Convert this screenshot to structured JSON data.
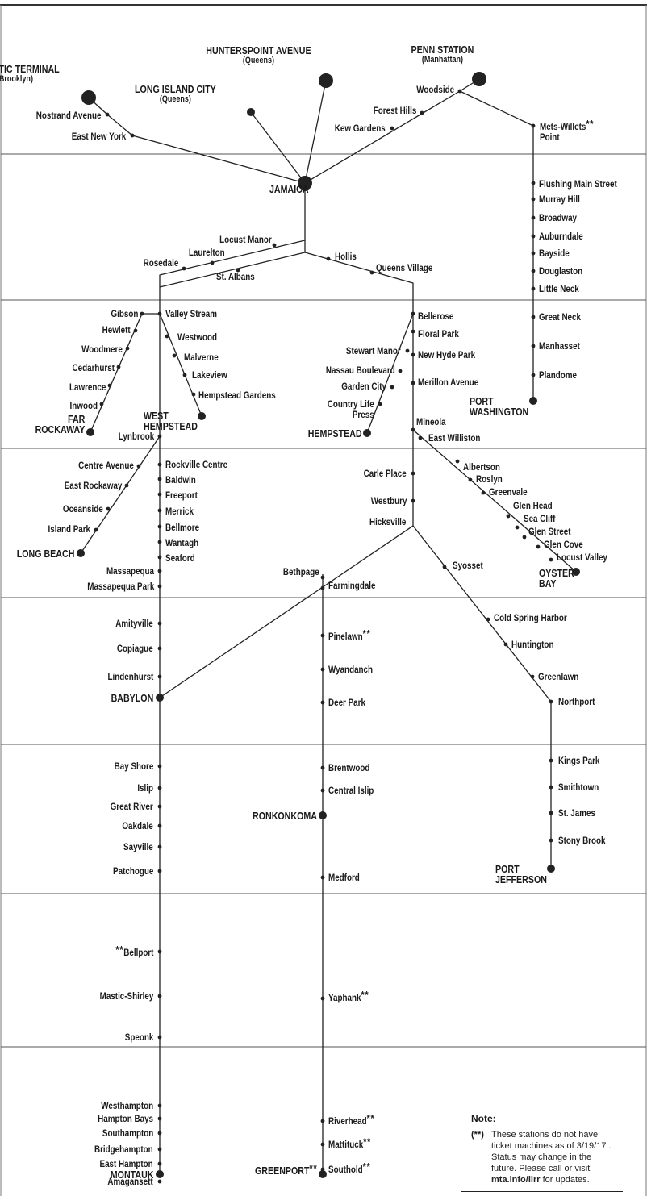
{
  "terminals": {
    "atlantic": {
      "name": "ATLANTIC TERMINAL",
      "sub": "(Brooklyn)"
    },
    "lic": {
      "name": "LONG ISLAND CITY",
      "sub": "(Queens)"
    },
    "hunterspoint": {
      "name": "HUNTERSPOINT AVENUE",
      "sub": "(Queens)"
    },
    "penn": {
      "name": "PENN STATION",
      "sub": "(Manhattan)"
    },
    "jamaica": "JAMAICA",
    "far_rockaway": [
      "FAR",
      "ROCKAWAY"
    ],
    "west_hempstead": [
      "WEST",
      "HEMPSTEAD"
    ],
    "hempstead": "HEMPSTEAD",
    "port_washington": [
      "PORT",
      "WASHINGTON"
    ],
    "long_beach": "LONG BEACH",
    "oyster_bay": [
      "OYSTER",
      "BAY"
    ],
    "babylon": "BABYLON",
    "ronkonkoma": "RONKONKOMA",
    "port_jefferson": [
      "PORT",
      "JEFFERSON"
    ],
    "montauk": "MONTAUK",
    "greenport": "GREENPORT"
  },
  "stations": {
    "nostrand": "Nostrand Avenue",
    "east_new_york": "East New York",
    "woodside": "Woodside",
    "forest_hills": "Forest Hills",
    "kew_gardens": "Kew Gardens",
    "mets_willets": [
      "Mets-Willets",
      "Point"
    ],
    "flushing": "Flushing Main Street",
    "murray_hill": "Murray Hill",
    "broadway": "Broadway",
    "auburndale": "Auburndale",
    "bayside": "Bayside",
    "douglaston": "Douglaston",
    "little_neck": "Little Neck",
    "great_neck": "Great Neck",
    "manhasset": "Manhasset",
    "plandome": "Plandome",
    "locust_manor": "Locust Manor",
    "laurelton": "Laurelton",
    "rosedale": "Rosedale",
    "st_albans": "St. Albans",
    "hollis": "Hollis",
    "queens_village": "Queens Village",
    "gibson": "Gibson",
    "hewlett": "Hewlett",
    "woodmere": "Woodmere",
    "cedarhurst": "Cedarhurst",
    "lawrence": "Lawrence",
    "inwood": "Inwood",
    "valley_stream": "Valley Stream",
    "westwood": "Westwood",
    "malverne": "Malverne",
    "lakeview": "Lakeview",
    "hempstead_gardens": "Hempstead Gardens",
    "bellerose": "Bellerose",
    "floral_park": "Floral Park",
    "stewart_manor": "Stewart Manor",
    "new_hyde_park": "New Hyde Park",
    "nassau_blvd": "Nassau Boulevard",
    "garden_city": "Garden City",
    "merillon": "Merillon Avenue",
    "country_life": [
      "Country Life",
      "Press"
    ],
    "lynbrook": "Lynbrook",
    "mineola": "Mineola",
    "east_williston": "East Williston",
    "centre_ave": "Centre Avenue",
    "east_rockaway": "East Rockaway",
    "oceanside": "Oceanside",
    "island_park": "Island Park",
    "rockville_centre": "Rockville Centre",
    "baldwin": "Baldwin",
    "freeport": "Freeport",
    "merrick": "Merrick",
    "bellmore": "Bellmore",
    "wantagh": "Wantagh",
    "seaford": "Seaford",
    "massapequa": "Massapequa",
    "massapequa_park": "Massapequa Park",
    "carle_place": "Carle Place",
    "westbury": "Westbury",
    "hicksville": "Hicksville",
    "albertson": "Albertson",
    "roslyn": "Roslyn",
    "greenvale": "Greenvale",
    "glen_head": "Glen Head",
    "sea_cliff": "Sea Cliff",
    "glen_street": "Glen Street",
    "glen_cove": "Glen Cove",
    "locust_valley": "Locust Valley",
    "syosset": "Syosset",
    "bethpage": "Bethpage",
    "farmingdale": "Farmingdale",
    "amityville": "Amityville",
    "copiague": "Copiague",
    "lindenhurst": "Lindenhurst",
    "pinelawn": "Pinelawn",
    "wyandanch": "Wyandanch",
    "deer_park": "Deer Park",
    "cold_spring_harbor": "Cold Spring Harbor",
    "huntington": "Huntington",
    "greenlawn": "Greenlawn",
    "northport": "Northport",
    "bay_shore": "Bay Shore",
    "islip": "Islip",
    "great_river": "Great River",
    "oakdale": "Oakdale",
    "sayville": "Sayville",
    "patchogue": "Patchogue",
    "brentwood": "Brentwood",
    "central_islip": "Central Islip",
    "medford": "Medford",
    "kings_park": "Kings Park",
    "smithtown": "Smithtown",
    "st_james": "St. James",
    "stony_brook": "Stony Brook",
    "bellport": "Bellport",
    "mastic_shirley": "Mastic-Shirley",
    "speonk": "Speonk",
    "yaphank": "Yaphank",
    "westhampton": "Westhampton",
    "hampton_bays": "Hampton Bays",
    "southampton": "Southampton",
    "bridgehampton": "Bridgehampton",
    "east_hampton": "East Hampton",
    "amagansett": "Amagansett",
    "riverhead": "Riverhead",
    "mattituck": "Mattituck",
    "southold": "Southold"
  },
  "marker": "**",
  "note": {
    "title": "Note:",
    "mark": "(**)",
    "text": "These stations do not have ticket machines as of 3/19/17 . Status may change in the future.  Please call or visit",
    "link": "mta.info/lirr",
    "tail": "for updates."
  },
  "colors": {
    "line": "#222222",
    "zone_divider": "#555555"
  }
}
